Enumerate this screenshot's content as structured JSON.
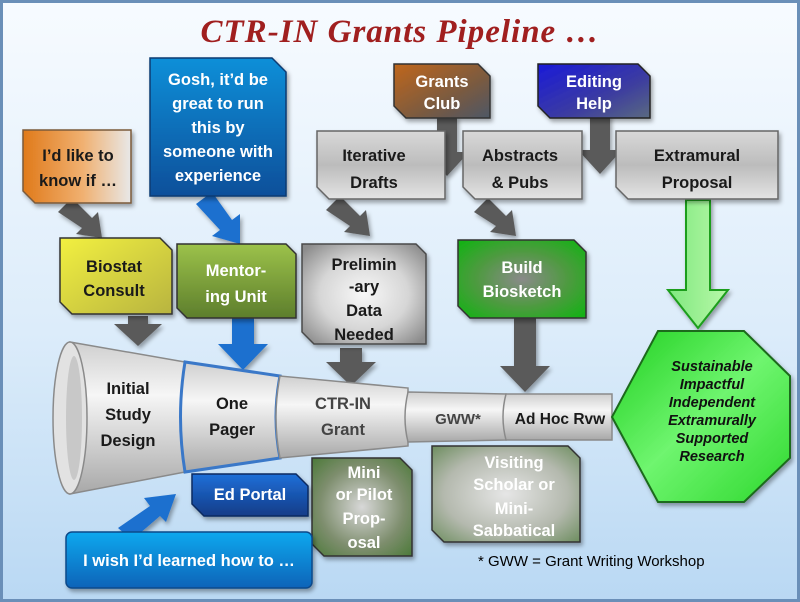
{
  "title": "CTR-IN Grants Pipeline …",
  "boxes": {
    "id_like_to_know": [
      "I’d like to",
      "know if …"
    ],
    "gosh": [
      "Gosh, it’d be",
      "great to run",
      "this by",
      "someone with",
      "experience"
    ],
    "grants_club": [
      "Grants",
      "Club"
    ],
    "editing_help": [
      "Editing",
      "Help"
    ],
    "iterative_drafts": [
      "Iterative",
      "Drafts"
    ],
    "abstracts_pubs": [
      "Abstracts",
      "& Pubs"
    ],
    "extramural_proposal": [
      "Extramural",
      "Proposal"
    ],
    "biostat_consult": [
      "Biostat",
      "Consult"
    ],
    "mentoring_unit": [
      "Mentor-",
      "ing Unit"
    ],
    "preliminary_data": [
      "Prelimin",
      "-ary",
      "Data",
      "Needed"
    ],
    "build_biosketch": [
      "Build",
      "Biosketch"
    ],
    "mini_pilot": [
      "Mini",
      "or Pilot",
      "Prop-",
      "osal"
    ],
    "visiting_scholar": [
      "Visiting",
      "Scholar or",
      "Mini-",
      "Sabbatical"
    ],
    "ed_portal": "Ed Portal",
    "wish_learned": "I wish I’d learned how to …"
  },
  "funnel": {
    "initial_study_design": [
      "Initial",
      "Study",
      "Design"
    ],
    "one_pager": [
      "One",
      "Pager"
    ],
    "ctr_in_grant": [
      "CTR-IN",
      "Grant"
    ],
    "gww": "GWW*",
    "ad_hoc_rvw": "Ad Hoc Rvw"
  },
  "goal": [
    "Sustainable",
    "Impactful",
    "Independent",
    "Extramurally",
    "Supported",
    "Research"
  ],
  "footnote": "* GWW = Grant Writing Workshop"
}
